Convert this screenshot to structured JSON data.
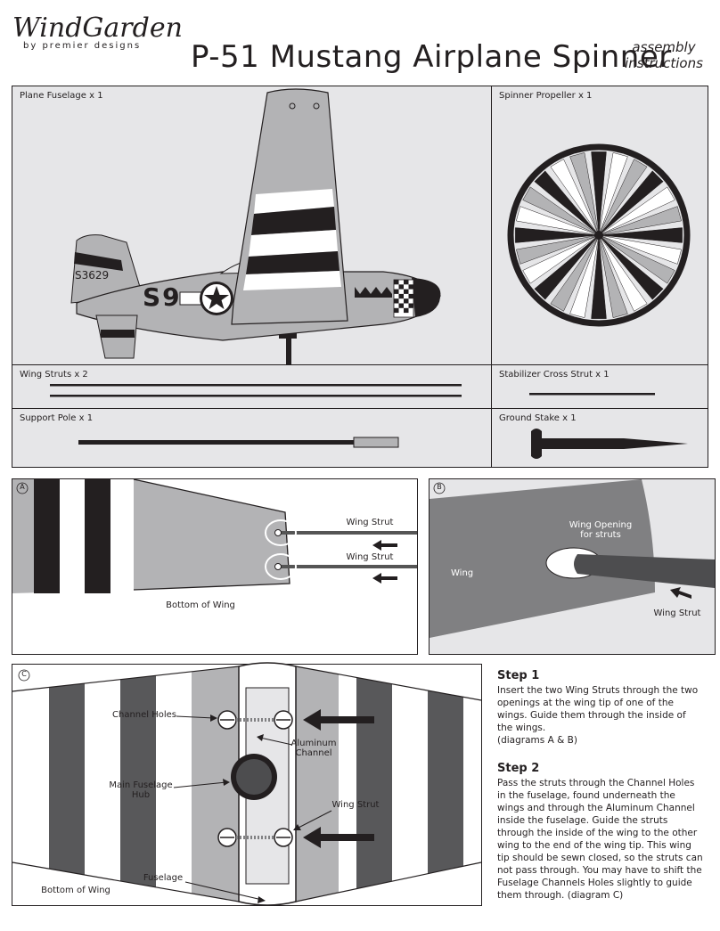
{
  "header": {
    "brand": "WindGarden",
    "brand_sub": "by premier designs",
    "title": "P-51 Mustang Airplane Spinner",
    "subtitle_line1": "assembly",
    "subtitle_line2": "instructions"
  },
  "parts": {
    "fuselage": "Plane Fuselage x 1",
    "propeller": "Spinner Propeller x 1",
    "wing_struts": "Wing Struts x 2",
    "cross_strut": "Stabilizer Cross Strut x 1",
    "support_pole": "Support Pole x 1",
    "ground_stake": "Ground Stake x 1"
  },
  "plane": {
    "tail_code": "S3629",
    "fuselage_code": "S9"
  },
  "diagram_a": {
    "letter": "A",
    "strut1": "Wing Strut",
    "strut2": "Wing Strut",
    "bottom": "Bottom of Wing"
  },
  "diagram_b": {
    "letter": "B",
    "opening_line1": "Wing Opening",
    "opening_line2": "for struts",
    "wing": "Wing",
    "strut": "Wing Strut"
  },
  "diagram_c": {
    "letter": "C",
    "channel_holes": "Channel Holes",
    "aluminum_line1": "Aluminum",
    "aluminum_line2": "Channel",
    "hub_line1": "Main Fuselage",
    "hub_line2": "Hub",
    "wing_strut": "Wing Strut",
    "fuselage": "Fuselage",
    "bottom": "Bottom of Wing"
  },
  "steps": [
    {
      "heading": "Step 1",
      "lines": [
        "Insert the two Wing Struts through the two",
        "openings at the wing tip of one of the",
        "wings.  Guide them through the inside of",
        "the wings.",
        "(diagrams A & B)"
      ]
    },
    {
      "heading": "Step 2",
      "lines": [
        "Pass the struts through the Channel Holes",
        "in the fuselage, found underneath the",
        "wings and through the Aluminum Channel",
        "inside the fuselage.  Guide the struts",
        "through the inside of the wing to the other",
        "wing to the end of the wing tip. This wing",
        "tip should be sewn closed, so the struts can",
        "not pass through.  You may have to shift the",
        "Fuselage Channels Holes slightly to guide",
        "them through.  (diagram C)"
      ]
    }
  ]
}
